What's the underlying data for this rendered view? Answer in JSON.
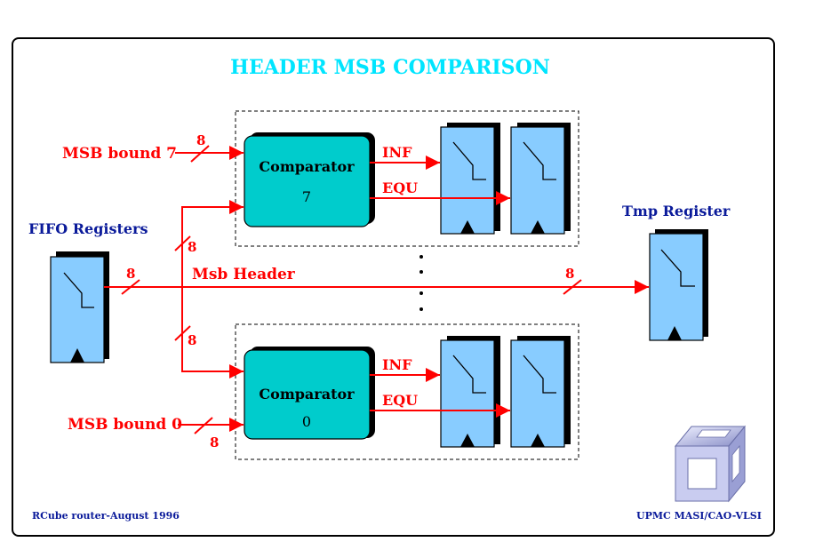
{
  "title": "HEADER MSB COMPARISON",
  "labels": {
    "msb_bound_7": "MSB bound 7",
    "msb_bound_0": "MSB bound 0",
    "fifo_registers": "FIFO Registers",
    "tmp_register": "Tmp Register",
    "msb_header": "Msb Header"
  },
  "comparators": {
    "top": {
      "name": "Comparator",
      "index": "7"
    },
    "bottom": {
      "name": "Comparator",
      "index": "0"
    }
  },
  "signals": {
    "inf": "INF",
    "equ": "EQU"
  },
  "bus_widths": {
    "bound7": "8",
    "fifo_out": "8",
    "branch_top": "8",
    "branch_bottom": "8",
    "tmp_in": "8",
    "bound0": "8"
  },
  "footer": {
    "left": "RCube router-August 1996",
    "right": "UPMC MASI/CAO-VLSI"
  },
  "colors": {
    "title": "#00e5ff",
    "signal": "#ff0000",
    "register_label": "#0a1a9a",
    "comparator_fill": "#00cccc",
    "register_fill": "#88ccff"
  },
  "logo": "cube-lattice-logo"
}
